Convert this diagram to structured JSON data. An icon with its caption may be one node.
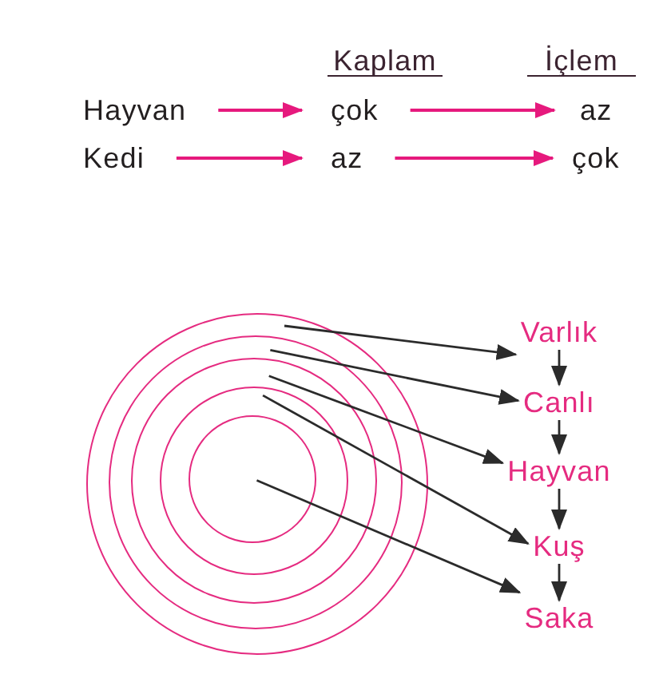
{
  "diagram": {
    "nodes": [
      {
        "text": [
          "Hayvan"
        ]
      },
      {
        "text": [
          "çok"
        ]
      },
      {
        "text": [
          "az"
        ]
      },
      {
        "text": [
          "Kedi"
        ]
      },
      {
        "text": [
          "az"
        ]
      },
      {
        "text": [
          "çok"
        ]
      },
      {
        "text": [],
        "shape": "circle"
      },
      {
        "text": [],
        "shape": "circle",
        "in": 6
      },
      {
        "text": [],
        "shape": "circle",
        "in": 7
      },
      {
        "text": [],
        "shape": "circle",
        "in": 8
      },
      {
        "text": [],
        "shape": "circle",
        "in": 9
      },
      {
        "text": [
          "Varlık"
        ]
      },
      {
        "text": [
          "Canlı"
        ]
      },
      {
        "text": [
          "Hayvan"
        ]
      },
      {
        "text": [
          "Kuş"
        ]
      },
      {
        "text": [
          "Saka"
        ]
      }
    ],
    "edges": [
      {
        "from": 0,
        "to": 1,
        "arrow": "to",
        "color": "#e6197d"
      },
      {
        "from": 1,
        "to": 2,
        "arrow": "to",
        "color": "#e6197d"
      },
      {
        "from": 3,
        "to": 4,
        "arrow": "to",
        "color": "#e6197d"
      },
      {
        "from": 4,
        "to": 5,
        "arrow": "to",
        "color": "#e6197d"
      },
      {
        "from": 6,
        "to": 11,
        "arrow": "to"
      },
      {
        "from": 7,
        "to": 12,
        "arrow": "to"
      },
      {
        "from": 8,
        "to": 13,
        "arrow": "to"
      },
      {
        "from": 9,
        "to": 14,
        "arrow": "to"
      },
      {
        "from": 10,
        "to": 15,
        "arrow": "to"
      },
      {
        "from": 11,
        "to": 12,
        "arrow": "to"
      },
      {
        "from": 12,
        "to": 13,
        "arrow": "to"
      },
      {
        "from": 13,
        "to": 14,
        "arrow": "to"
      },
      {
        "from": 14,
        "to": 15,
        "arrow": "to"
      }
    ],
    "labels": [
      "Kaplam",
      "İçlem"
    ]
  }
}
